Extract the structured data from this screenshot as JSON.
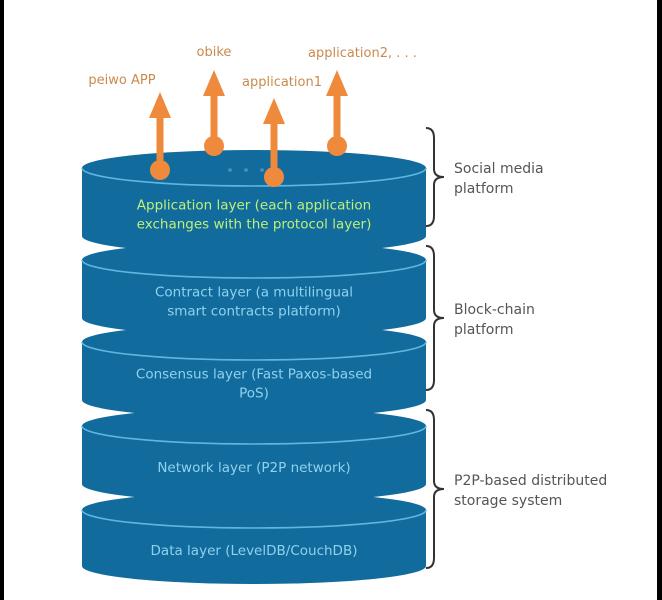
{
  "colors": {
    "layer_fill": "#116b9c",
    "layer_rim": "#5fb7e0",
    "layer_text": "#8fd2ee",
    "app_layer_text": "#bdf07a",
    "arrow": "#ef8a3c",
    "app_label": "#c98a4e",
    "brace": "#333333",
    "group_label": "#555555",
    "dots": "#4f93b8"
  },
  "applications": [
    {
      "label": "peiwo APP"
    },
    {
      "label": "obike"
    },
    {
      "label": "application1"
    },
    {
      "label": "application2, . . ."
    }
  ],
  "top_ellipsis": ". . .",
  "layers": [
    {
      "name": "application-layer",
      "lines": [
        "Application layer (each application",
        "exchanges with the protocol layer)"
      ],
      "highlight": true
    },
    {
      "name": "contract-layer",
      "lines": [
        "Contract layer (a multilingual",
        "smart contracts platform)"
      ],
      "highlight": false
    },
    {
      "name": "consensus-layer",
      "lines": [
        "Consensus layer (Fast Paxos-based",
        "PoS)"
      ],
      "highlight": false
    },
    {
      "name": "network-layer",
      "lines": [
        "Network layer (P2P network)"
      ],
      "highlight": false
    },
    {
      "name": "data-layer",
      "lines": [
        "Data layer (LevelDB/CouchDB)"
      ],
      "highlight": false
    }
  ],
  "groups": [
    {
      "name": "social-media-platform",
      "lines": [
        "Social media",
        "platform"
      ]
    },
    {
      "name": "block-chain-platform",
      "lines": [
        "Block-chain",
        "platform"
      ]
    },
    {
      "name": "p2p-storage-system",
      "lines": [
        "P2P-based distributed",
        "storage system"
      ]
    }
  ]
}
